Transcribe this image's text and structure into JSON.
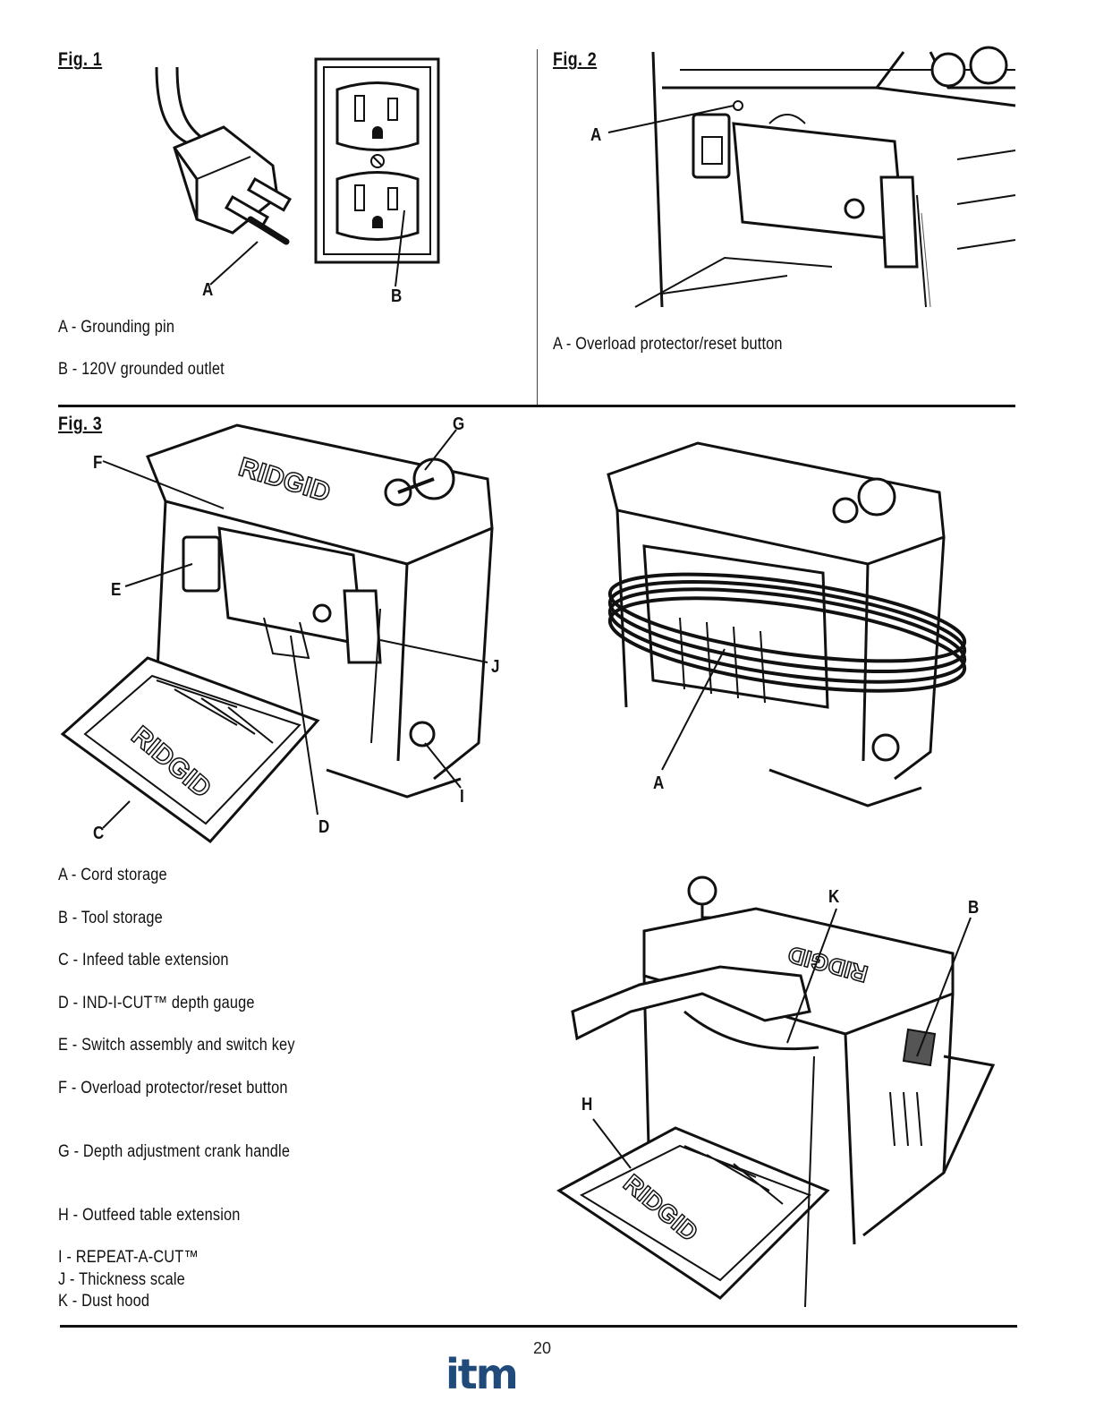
{
  "figures": {
    "fig1": {
      "title": "Fig. 1",
      "labels": {
        "a": "A",
        "b": "B"
      },
      "captions": [
        "A - Grounding pin",
        "B - 120V grounded outlet"
      ]
    },
    "fig2": {
      "title": "Fig. 2",
      "labels": {
        "a": "A"
      },
      "captions": [
        "A - Overload   protector/reset   button"
      ]
    },
    "fig3": {
      "title": "Fig. 3",
      "labels": {
        "a": "A",
        "b": "B",
        "c": "C",
        "d": "D",
        "e": "E",
        "f": "F",
        "g": "G",
        "h": "H",
        "i": "I",
        "j": "J",
        "k": "K"
      },
      "captions": [
        "A - Cord  storage",
        "B - Tool   storage",
        "C - Infeed  table  extension",
        "D - IND-I-CUT™   depth   gauge",
        "E - Switch assembly and switch key",
        "F - Overload   protector/reset   button",
        "G - Depth   adjustment   crank   handle",
        "H - Outfeed table extension",
        "I - REPEAT-A-CUT™",
        "J - Thickness scale",
        "K - Dust hood"
      ]
    }
  },
  "brand_text": "RIDGID",
  "footer": {
    "page_number": "20",
    "logo": "itm"
  }
}
